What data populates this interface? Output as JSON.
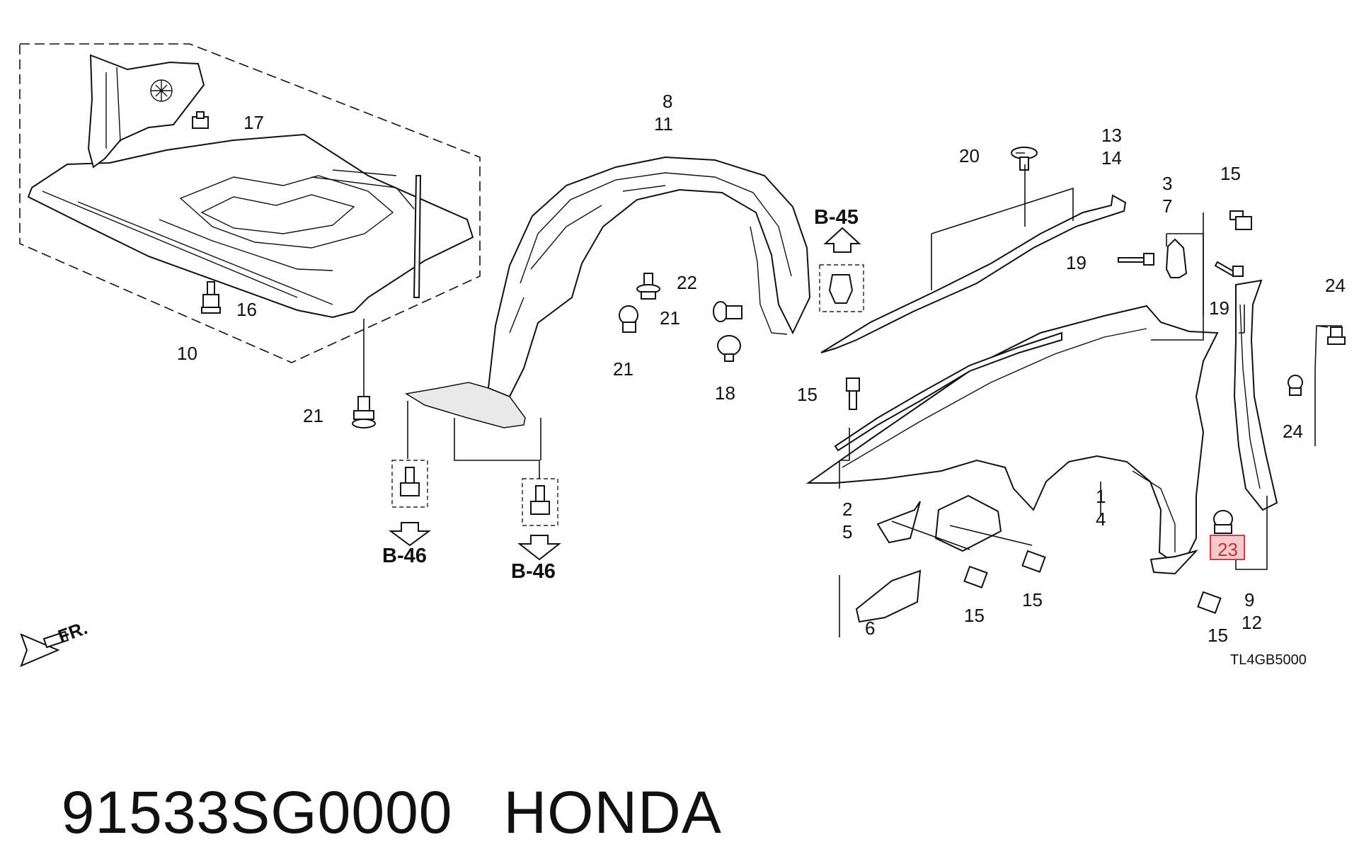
{
  "diagram": {
    "part_code": "TL4GB5000",
    "front_indicator": "FR.",
    "callouts": {
      "c1": "1",
      "c2": "2",
      "c3": "3",
      "c4": "4",
      "c5": "5",
      "c6": "6",
      "c7": "7",
      "c8": "8",
      "c9": "9",
      "c10": "10",
      "c11": "11",
      "c12": "12",
      "c13": "13",
      "c14": "14",
      "c15a": "15",
      "c15b": "15",
      "c15c": "15",
      "c15d": "15",
      "c15e": "15",
      "c16": "16",
      "c17": "17",
      "c18": "18",
      "c19a": "19",
      "c19b": "19",
      "c20": "20",
      "c21a": "21",
      "c21b": "21",
      "c21c": "21",
      "c22": "22",
      "c23": "23",
      "c24a": "24",
      "c24b": "24"
    },
    "refs": {
      "b45": "B-45",
      "b46a": "B-46",
      "b46b": "B-46"
    },
    "highlight_color": "#d73a48"
  },
  "footer": {
    "part_number": "91533SG0000",
    "brand": "HONDA"
  }
}
